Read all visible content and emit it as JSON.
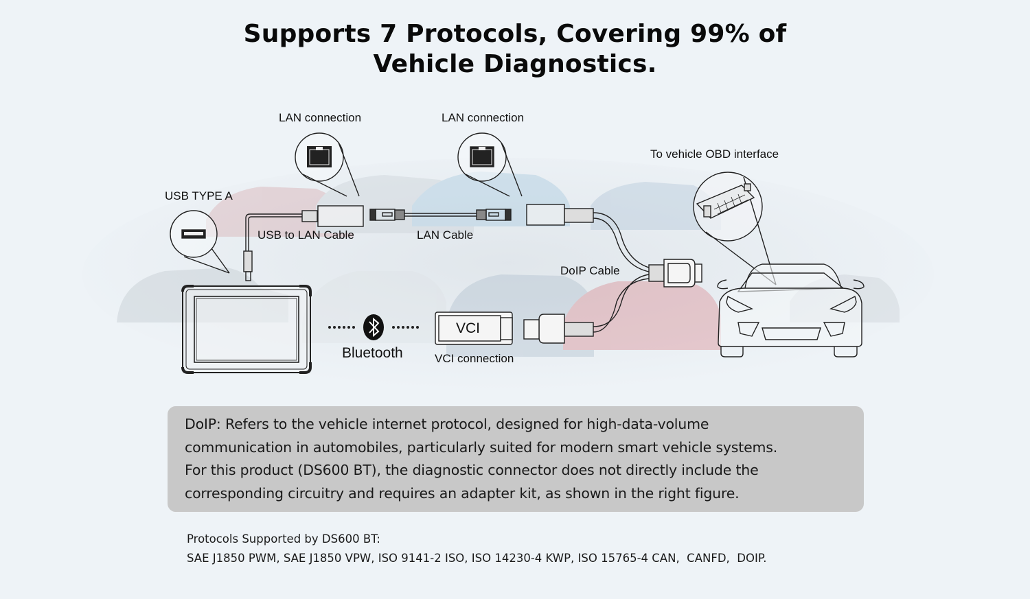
{
  "title": {
    "line1": "Supports 7 Protocols, Covering 99% of",
    "line2": "Vehicle Diagnostics."
  },
  "diagram": {
    "labels": {
      "lan_connection_1": "LAN connection",
      "lan_connection_2": "LAN connection",
      "usb_type_a": "USB TYPE A",
      "usb_to_lan_cable": "USB to LAN Cable",
      "lan_cable": "LAN Cable",
      "obd_interface": "To vehicle OBD interface",
      "doip_cable": "DoIP Cable",
      "vci_box": "VCI",
      "vci_connection": "VCI connection",
      "bluetooth": "Bluetooth"
    },
    "icons": [
      "usb-port-icon",
      "lan-port-icon",
      "bluetooth-icon",
      "obd-port-icon",
      "tablet-icon",
      "car-icon",
      "vci-icon"
    ]
  },
  "note": {
    "lines": [
      "DoIP: Refers to the vehicle internet protocol, designed for high-data-volume",
      "communication in automobiles, particularly suited for modern smart vehicle systems.",
      "For this product (DS600 BT), the diagnostic connector does not directly include the",
      "corresponding circuitry and requires an adapter kit, as shown in the right figure."
    ]
  },
  "protocols": {
    "heading": "Protocols Supported by DS600 BT:",
    "list": "SAE J1850 PWM, SAE J1850 VPW, ISO 9141-2 ISO, ISO 14230-4 KWP, ISO 15765-4 CAN,  CANFD,  DOIP."
  },
  "colors": {
    "background": "#eef3f7",
    "note_bg": "#c8c8c8",
    "line": "#222222"
  }
}
